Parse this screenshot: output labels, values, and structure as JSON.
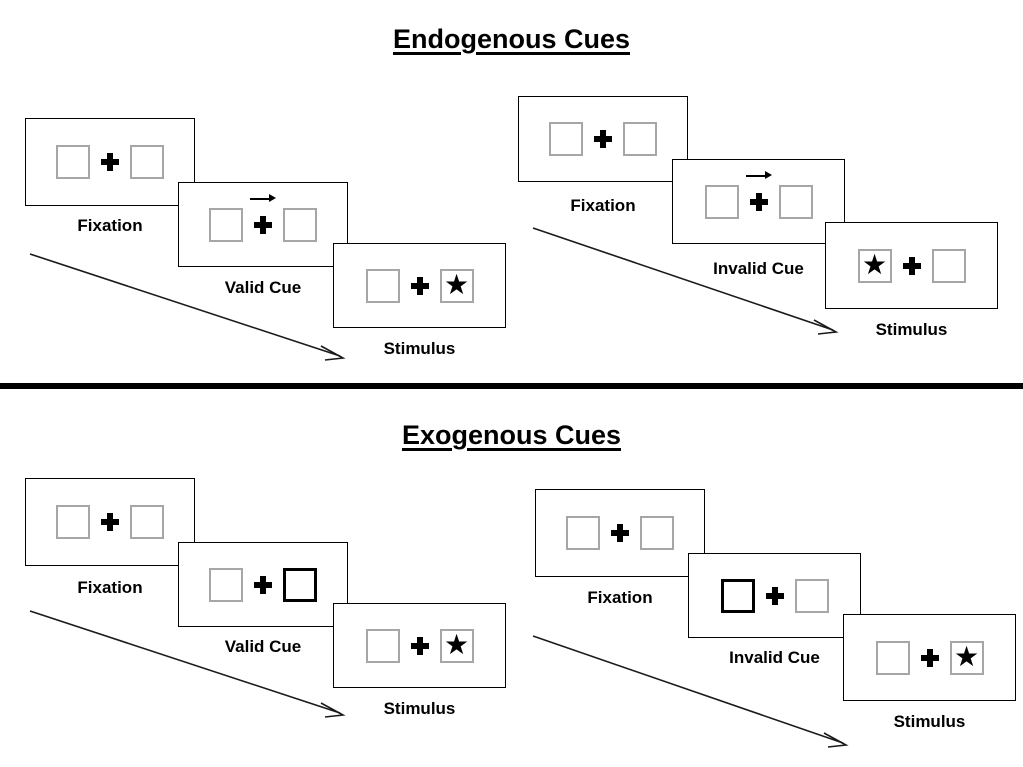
{
  "figure": {
    "title_endogenous": "Endogenous Cues",
    "title_exogenous": "Exogenous Cues",
    "divider_color": "#000000",
    "box_border_color": "#a6a6a6",
    "cued_box_border_color": "#000000",
    "panel_border_color": "#000000",
    "marker_color": "#000000"
  },
  "icons": {
    "star": "★",
    "plus": "plus-fixation-icon",
    "arrow": "right-arrow-cue-icon"
  },
  "sections": [
    {
      "id": "endogenous",
      "title": "Endogenous Cues",
      "columns": [
        {
          "id": "endogenous-valid",
          "panels": [
            {
              "caption": "Fixation",
              "left_box": {
                "content": "",
                "cued": false
              },
              "right_box": {
                "content": "",
                "cued": false
              },
              "arrow_cue": false
            },
            {
              "caption": "Valid Cue",
              "left_box": {
                "content": "",
                "cued": false
              },
              "right_box": {
                "content": "",
                "cued": false
              },
              "arrow_cue": true
            },
            {
              "caption": "Stimulus",
              "left_box": {
                "content": "",
                "cued": false
              },
              "right_box": {
                "content": "★",
                "cued": false
              },
              "arrow_cue": false
            }
          ]
        },
        {
          "id": "endogenous-invalid",
          "panels": [
            {
              "caption": "Fixation",
              "left_box": {
                "content": "",
                "cued": false
              },
              "right_box": {
                "content": "",
                "cued": false
              },
              "arrow_cue": false
            },
            {
              "caption": "Invalid Cue",
              "left_box": {
                "content": "",
                "cued": false
              },
              "right_box": {
                "content": "",
                "cued": false
              },
              "arrow_cue": true
            },
            {
              "caption": "Stimulus",
              "left_box": {
                "content": "★",
                "cued": false
              },
              "right_box": {
                "content": "",
                "cued": false
              },
              "arrow_cue": false
            }
          ]
        }
      ]
    },
    {
      "id": "exogenous",
      "title": "Exogenous Cues",
      "columns": [
        {
          "id": "exogenous-valid",
          "panels": [
            {
              "caption": "Fixation",
              "left_box": {
                "content": "",
                "cued": false
              },
              "right_box": {
                "content": "",
                "cued": false
              },
              "arrow_cue": false
            },
            {
              "caption": "Valid Cue",
              "left_box": {
                "content": "",
                "cued": false
              },
              "right_box": {
                "content": "",
                "cued": true
              },
              "arrow_cue": false
            },
            {
              "caption": "Stimulus",
              "left_box": {
                "content": "",
                "cued": false
              },
              "right_box": {
                "content": "★",
                "cued": false
              },
              "arrow_cue": false
            }
          ]
        },
        {
          "id": "exogenous-invalid",
          "panels": [
            {
              "caption": "Fixation",
              "left_box": {
                "content": "",
                "cued": false
              },
              "right_box": {
                "content": "",
                "cued": false
              },
              "arrow_cue": false
            },
            {
              "caption": "Invalid Cue",
              "left_box": {
                "content": "",
                "cued": true
              },
              "right_box": {
                "content": "",
                "cued": false
              },
              "arrow_cue": false
            },
            {
              "caption": "Stimulus",
              "left_box": {
                "content": "",
                "cued": false
              },
              "right_box": {
                "content": "★",
                "cued": false
              },
              "arrow_cue": false
            }
          ]
        }
      ]
    }
  ]
}
